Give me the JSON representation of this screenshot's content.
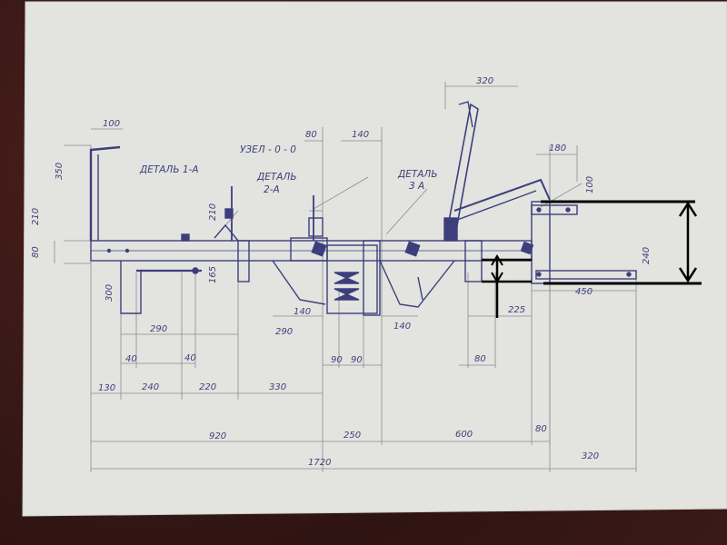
{
  "labels": {
    "detail_1": "ДЕТАЛЬ 1-А",
    "detail_2_line1": "ДЕТАЛЬ",
    "detail_2_line2": "2-А",
    "detail_3_line1": "ДЕТАЛЬ",
    "detail_3_line2": "3 А",
    "node": "УЗЕЛ - 0 - 0"
  },
  "dimensions": {
    "d100_top": "100",
    "d350": "350",
    "d210_left": "210",
    "d80_left": "80",
    "d80_top": "80",
    "d140_top": "140",
    "d320_top": "320",
    "d180": "180",
    "d100_right": "100",
    "d210_mid": "210",
    "d165": "165",
    "d300": "300",
    "d290_a": "290",
    "d290_b": "290",
    "d140_a": "140",
    "d140_b": "140",
    "d240_right": "240",
    "d450": "450",
    "d225": "225",
    "d40_a": "40",
    "d40_b": "40",
    "d90_a": "90",
    "d90_b": "90",
    "d80_mid": "80",
    "d130": "130",
    "d240_bottom": "240",
    "d220": "220",
    "d330": "330",
    "d920": "920",
    "d250": "250",
    "d600": "600",
    "d80_bottom": "80",
    "d1720": "1720",
    "d320_bottom": "320"
  },
  "colors": {
    "ink": "#3c3f7c",
    "pencil": "#8c8c95",
    "marker": "#000000",
    "paper": "#e4e4e0"
  }
}
